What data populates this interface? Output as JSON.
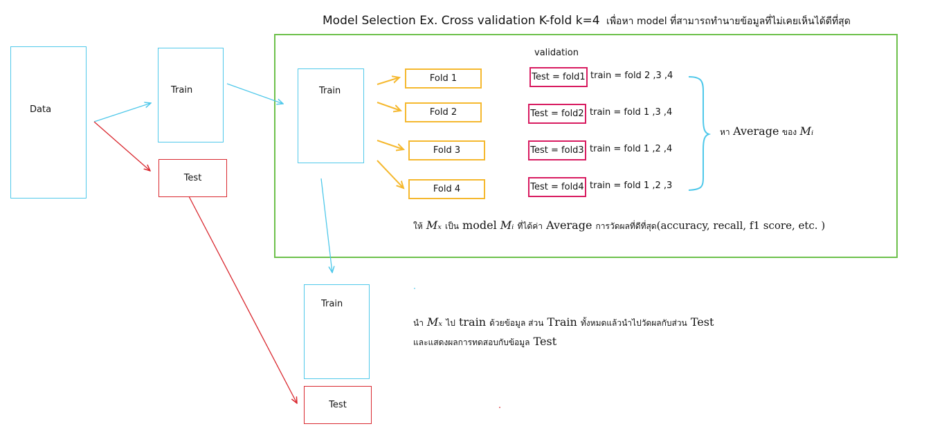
{
  "title": {
    "main": "Model Selection Ex. Cross validation K-fold  k=4",
    "thai": "เพื่อหา model ที่สามารถทำนายข้อมูลที่ไม่เคยเห็นได้ดีที่สุด"
  },
  "data_box": "Data",
  "train_top": "Train",
  "test_top": "Test",
  "cv": {
    "train_label": "Train",
    "validation_header": "validation",
    "folds": [
      "Fold 1",
      "Fold 2",
      "Fold 3",
      "Fold 4"
    ],
    "tests": [
      "Test = fold1",
      "Test = fold2",
      "Test = fold3",
      "Test = fold4"
    ],
    "trains": [
      "train =  fold 2 ,3 ,4",
      "train =  fold 1 ,3 ,4",
      "train =  fold 1 ,2 ,4",
      "train =  fold 1 ,2 ,3"
    ],
    "brace_text_a": "หา",
    "brace_text_b": "Average",
    "brace_text_c": "ของ",
    "brace_math": "Mᵢ",
    "select_a": "ให้",
    "select_mx": "Mₓ",
    "select_b": "เป็น",
    "select_c": "model",
    "select_mi": "Mᵢ",
    "select_d": "ที่ได้ค่า",
    "select_e": "Average",
    "select_f": "การวัดผลที่ดีที่สุด",
    "select_g": "(accuracy, recall, f1 score, etc. )"
  },
  "final": {
    "train_label": "Train",
    "test_label": "Test",
    "line1_a": "นำ",
    "line1_mx": "Mₓ",
    "line1_b": "ไป",
    "line1_c": "train",
    "line1_d": "ด้วยข้อมูล ส่วน",
    "line1_e": "Train",
    "line1_f": "ทั้งหมดแล้วนำไปวัดผลกับส่วน",
    "line1_g": "Test",
    "line2_a": "และแสดงผลการทดสอบกับข้อมูล",
    "line2_b": "Test"
  },
  "colors": {
    "cyan": "#4fc8ea",
    "red": "#d9272e",
    "gold": "#f5b82e",
    "magenta": "#d81b60",
    "green": "#6cc04a"
  }
}
